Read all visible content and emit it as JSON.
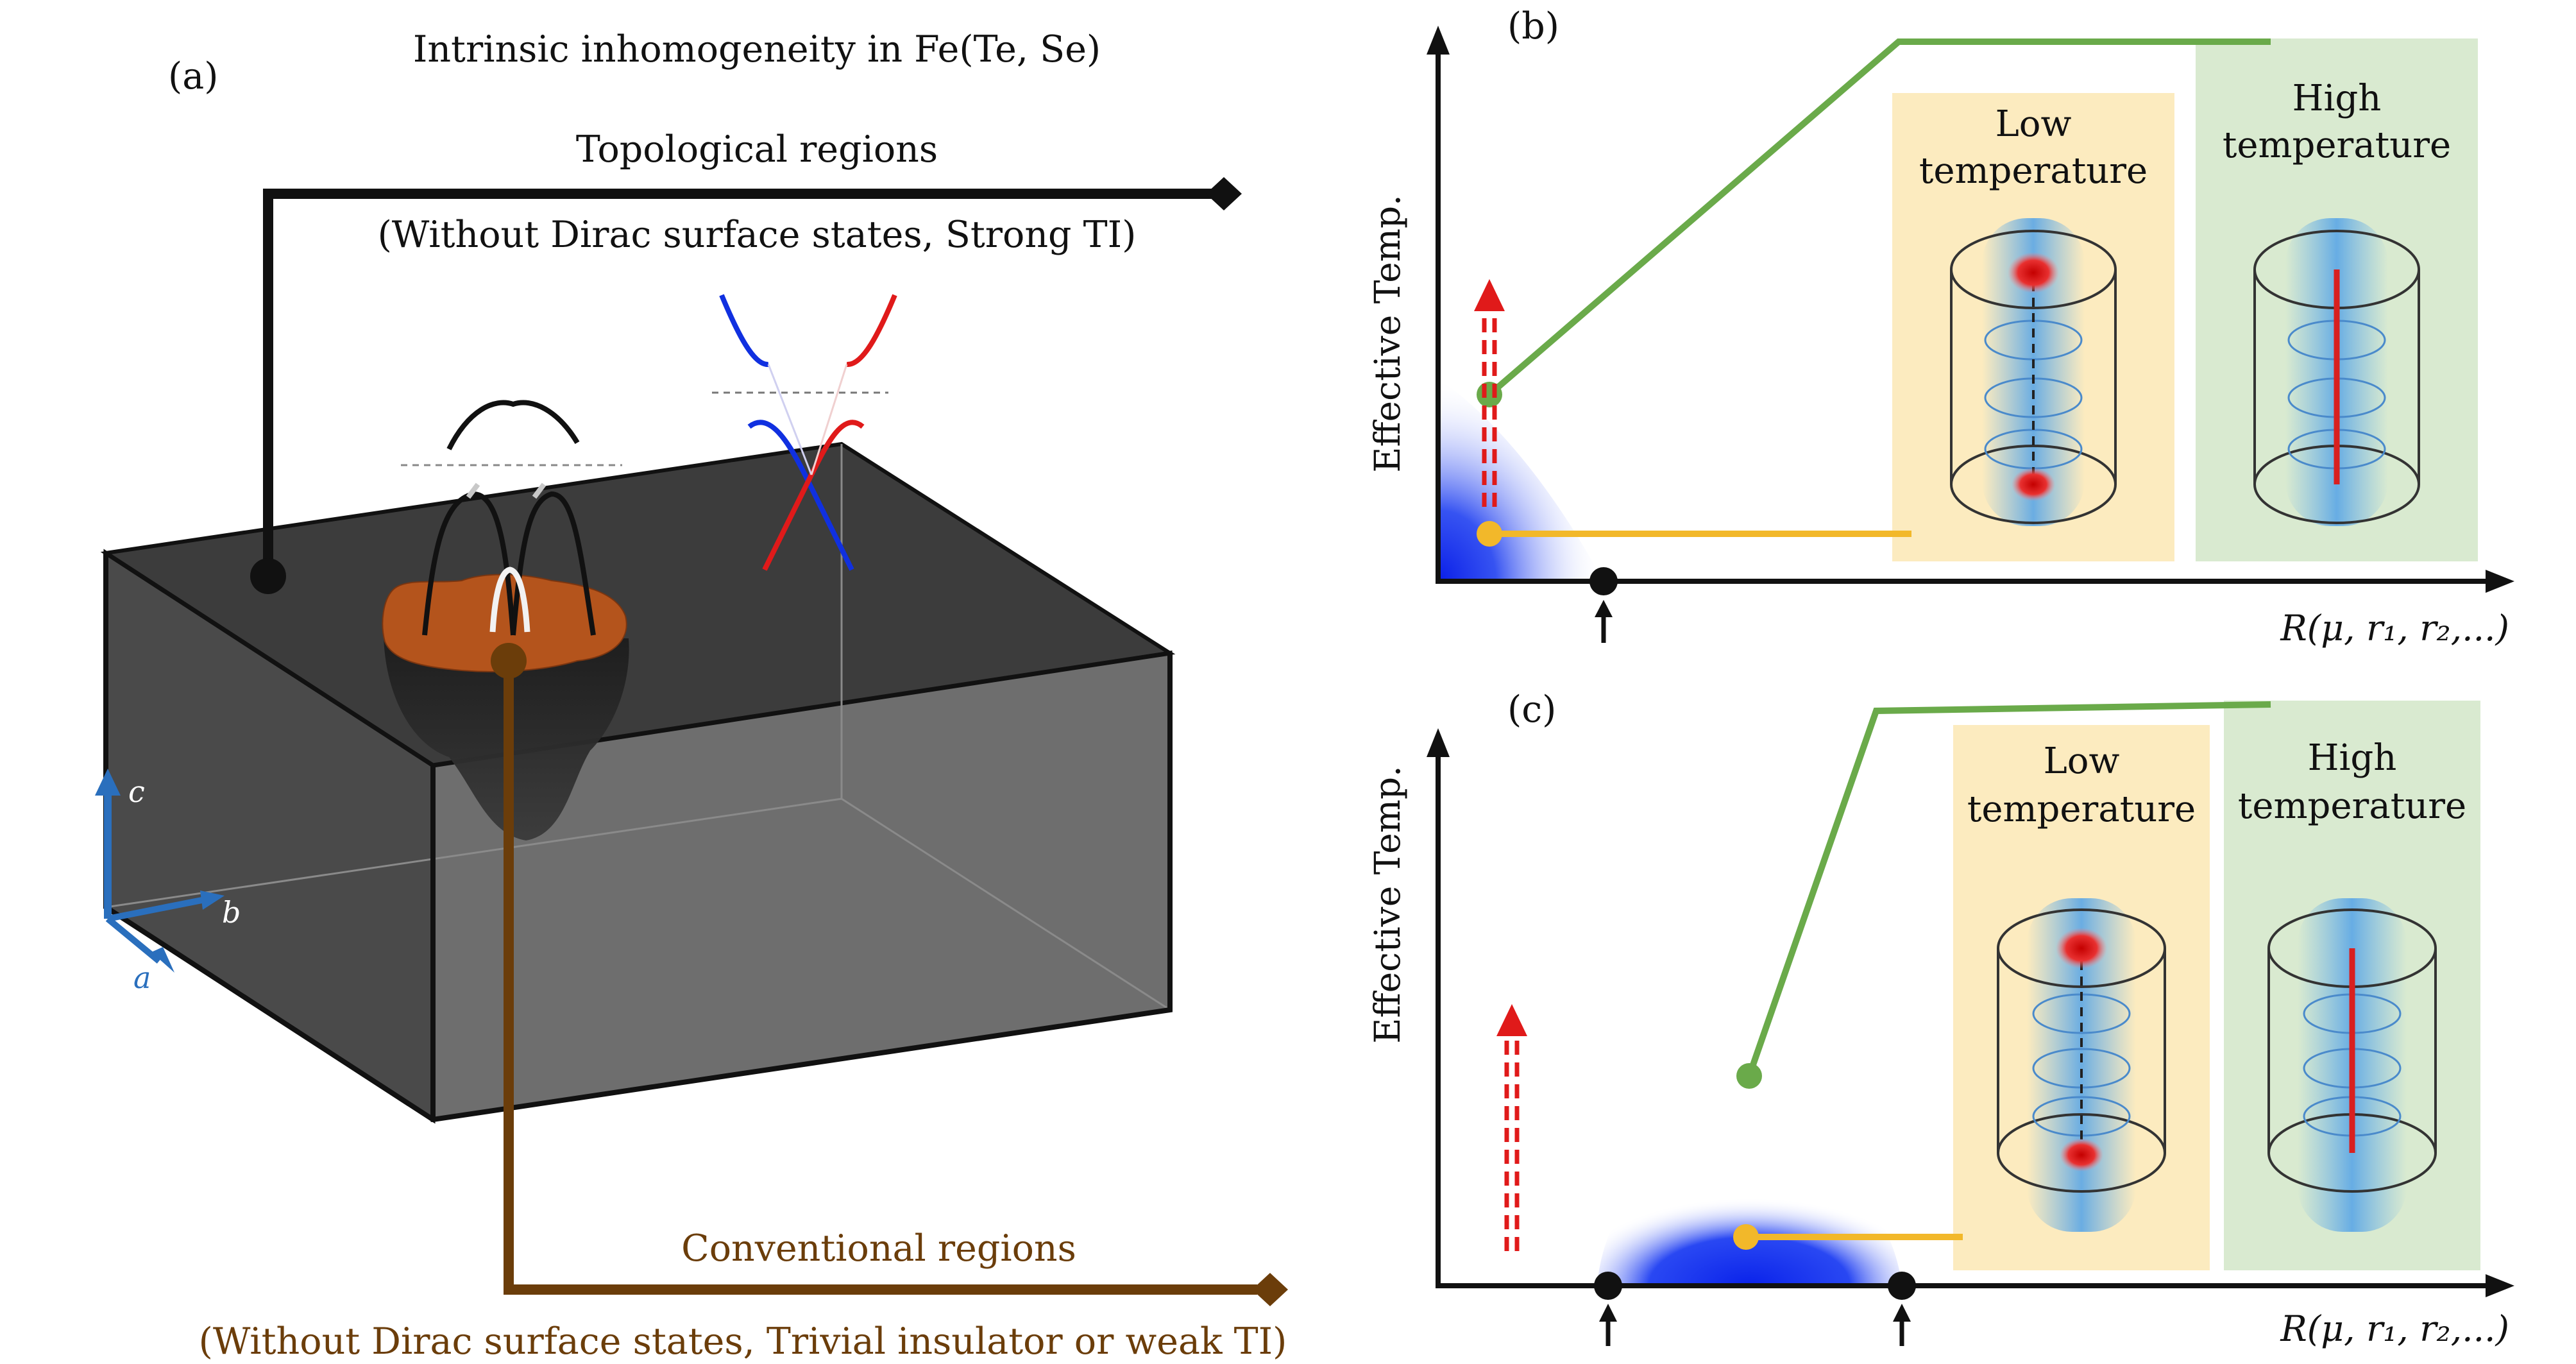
{
  "panel_a": {
    "label": "(a)",
    "title": "Intrinsic inhomogeneity in Fe(Te, Se)",
    "topological_title": "Topological regions",
    "topological_sub": "(Without Dirac surface states, Strong TI)",
    "conventional_title": "Conventional regions",
    "conventional_sub": "(Without Dirac surface states, Trivial insulator or weak TI)",
    "axis_c": "c",
    "axis_b": "b",
    "axis_a": "a"
  },
  "panel_b": {
    "label": "(b)",
    "ylabel": "Effective Temp.",
    "xlabel": "R(μ, r₁, r₂,...)",
    "low_line1": "Low",
    "low_line2": "temperature",
    "high_line1": "High",
    "high_line2": "temperature"
  },
  "panel_c": {
    "label": "(c)",
    "ylabel": "Effective Temp.",
    "xlabel": "R(μ, r₁, r₂,...)",
    "low_line1": "Low",
    "low_line2": "temperature",
    "high_line1": "High",
    "high_line2": "temperature"
  },
  "colors": {
    "green": "#6aaa4a",
    "yellow": "#f2b82a",
    "blue": "#1030e0",
    "red": "#e01a1a",
    "brown": "#6b3d0a",
    "low_panel": "#fcebbf",
    "high_panel": "#d9ead0"
  }
}
